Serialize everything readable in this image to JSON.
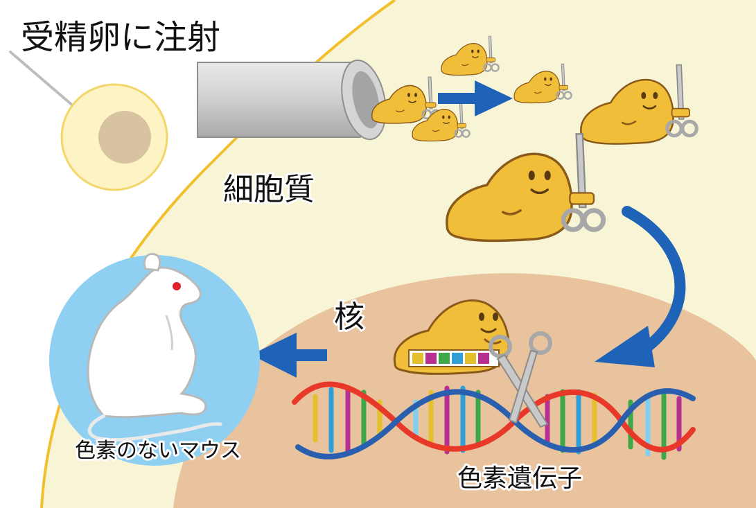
{
  "labels": {
    "injection": "受精卵に注射",
    "cytoplasm": "細胞質",
    "nucleus": "核",
    "albino_mouse": "色素のないマウス",
    "pigment_gene": "色素遺伝子"
  },
  "colors": {
    "cytoplasm": "#f8f5d6",
    "cell_membrane": "#f2c02e",
    "nucleus": "#e8c39e",
    "mouse_circle": "#8fd0f2",
    "arrow": "#1f63b8",
    "protein": "#f1be3a",
    "protein_outline": "#8a5a1a",
    "dna_strand": "#e8382a",
    "dna_strand_2": "#2a5fb0",
    "dna_bases": [
      "#e6c02a",
      "#2f9fd8",
      "#b8308f",
      "#3ea849",
      "#7fd0f0"
    ],
    "guide_rna": [
      "#b8308f",
      "#3ea849",
      "#2f9fd8",
      "#7fd0f0",
      "#e6c02a",
      "#b8308f"
    ]
  },
  "icons": {
    "needle": "injection-needle-icon",
    "egg": "fertilized-egg-icon",
    "protein": "crispr-protein-icon",
    "scissors": "scissors-icon",
    "mouse": "white-mouse-icon",
    "dna": "dna-double-helix-icon"
  }
}
